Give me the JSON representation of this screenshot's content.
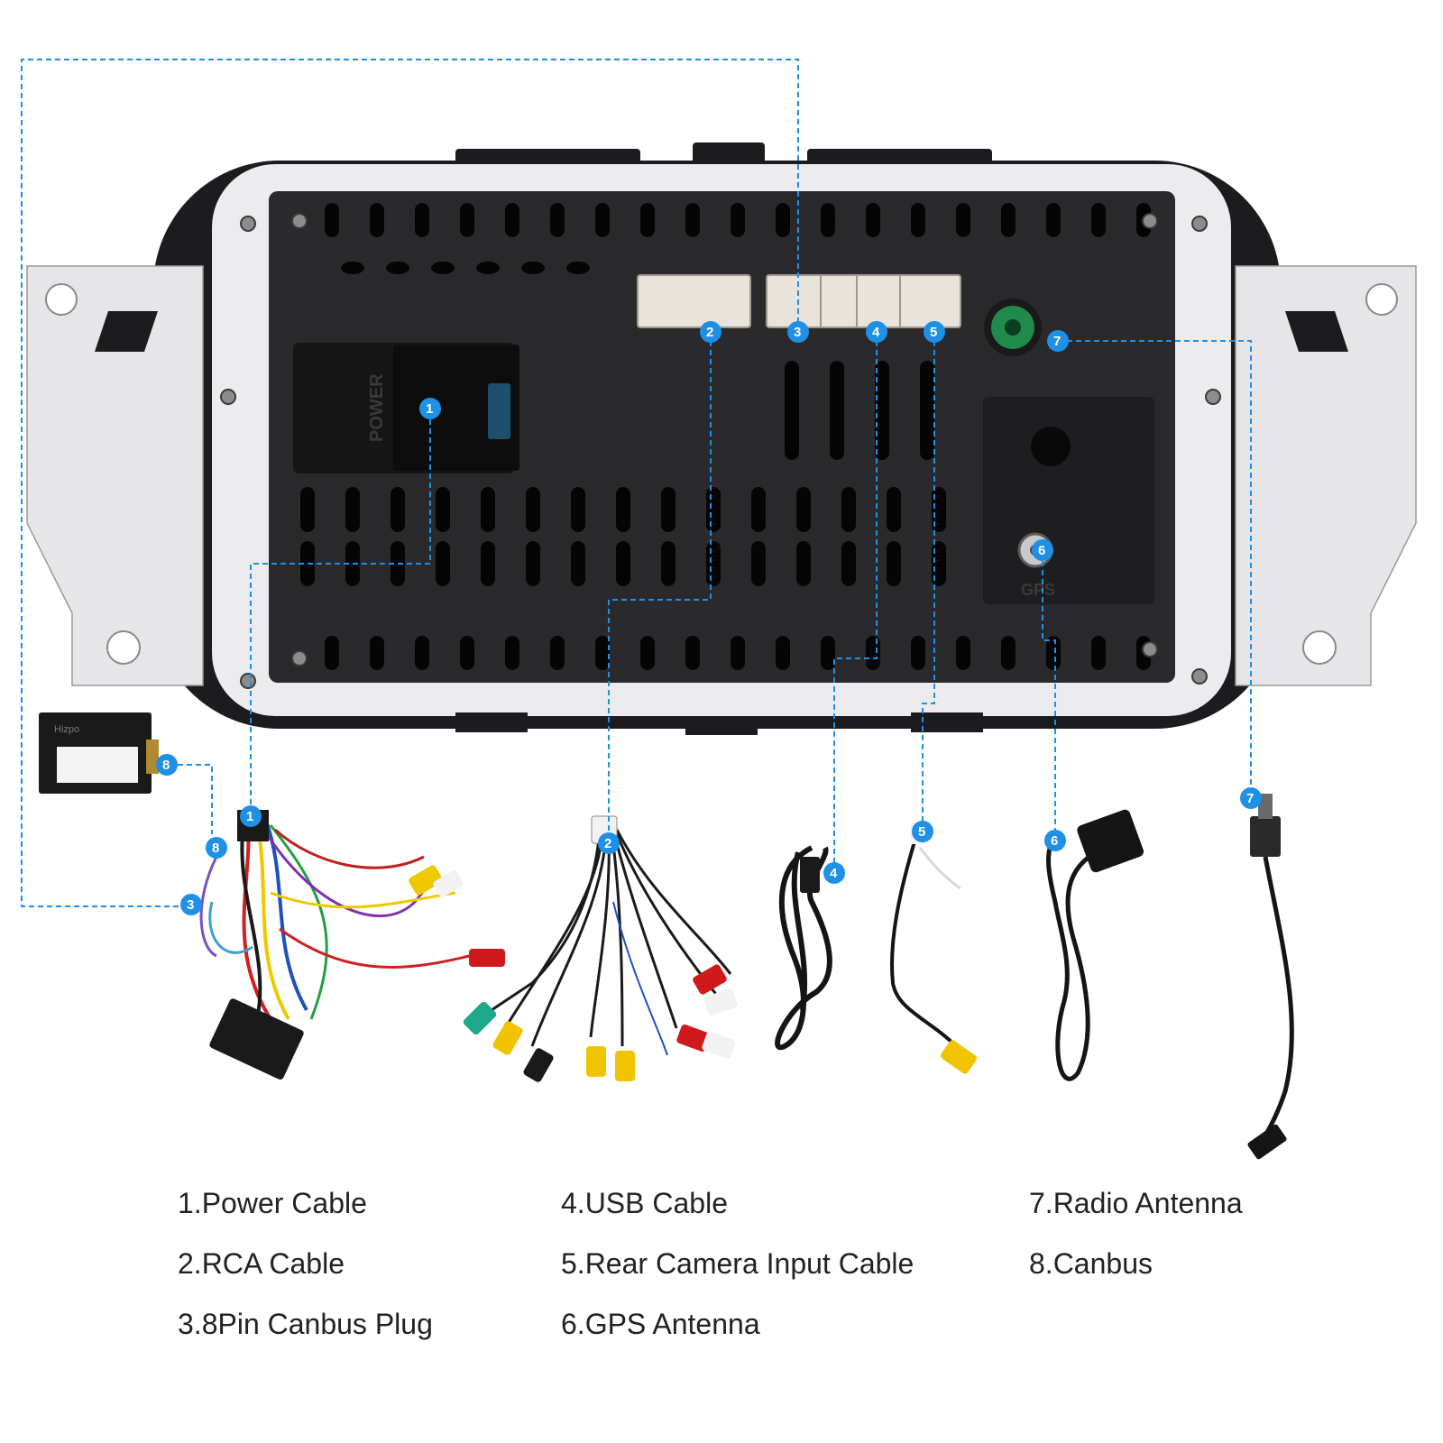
{
  "colors": {
    "leader": "#1e90e6",
    "badge": "#1e90e6",
    "housing": "#1c1c1e",
    "bracket": "#e6e6e8",
    "panel": "#2a2a2c",
    "connector": "#e8e4dc",
    "rca_red": "#d0191b",
    "rca_yellow": "#f2c400",
    "rca_white": "#f2f2f2",
    "rca_green": "#1ea88c",
    "gps_green": "#1f8a4c"
  },
  "unit": {
    "power_label": "POWER",
    "gps_label": "GPS",
    "canbus_box_brand": "Hizpo"
  },
  "badges": [
    "1",
    "2",
    "3",
    "4",
    "5",
    "6",
    "7",
    "8"
  ],
  "legend": [
    "1.Power Cable",
    "2.RCA Cable",
    "3.8Pin Canbus Plug",
    "4.USB Cable",
    "5.Rear Camera Input Cable",
    "6.GPS Antenna",
    "7.Radio Antenna",
    "8.Canbus"
  ]
}
